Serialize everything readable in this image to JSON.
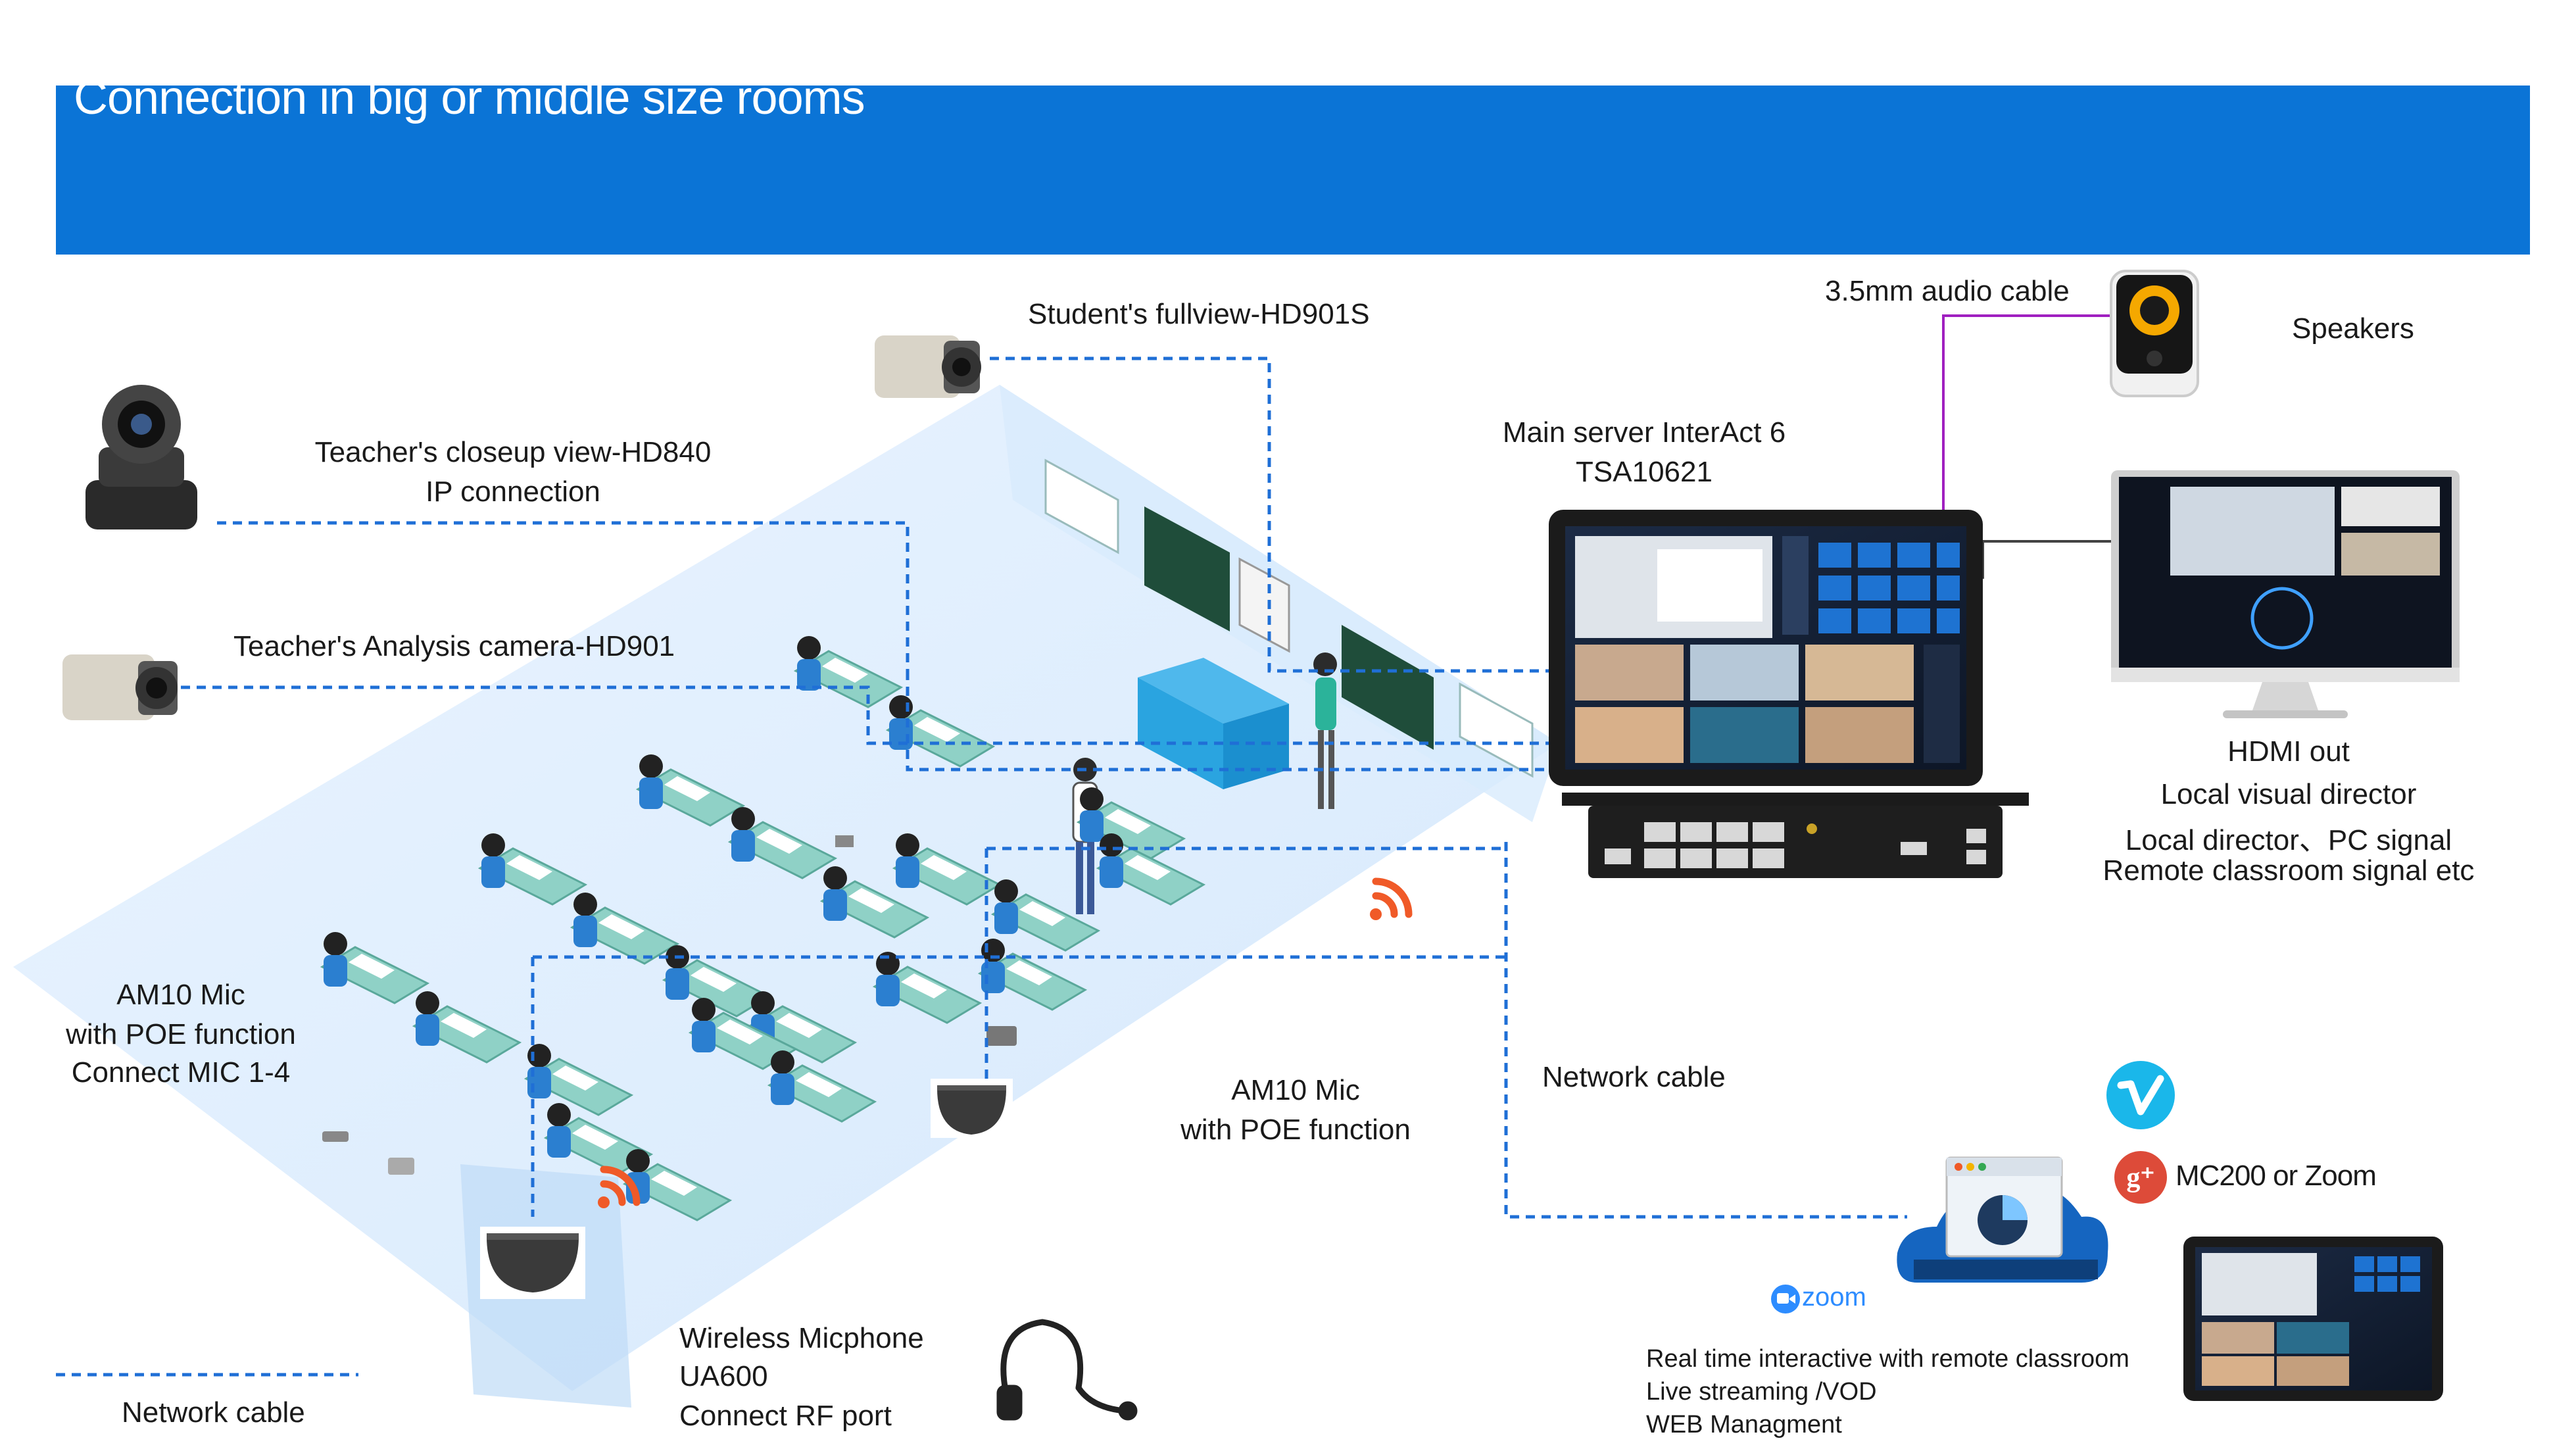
{
  "header": {
    "title": "Connection in big or middle size rooms"
  },
  "labels": {
    "students_cam": "Student's fullview-HD901S",
    "teacher_closeup_1": "Teacher's closeup view-HD840",
    "teacher_closeup_2": "IP connection",
    "teacher_analysis": "Teacher's Analysis camera-HD901",
    "audio_cable": "3.5mm audio cable",
    "speakers": "Speakers",
    "server_1": "Main server InterAct 6",
    "server_2": "TSA10621",
    "hdmi_1": "HDMI out",
    "hdmi_2": "Local visual director",
    "hdmi_3": "Local director、PC signal",
    "hdmi_4": "Remote classroom signal etc",
    "mic_left_1": "AM10 Mic",
    "mic_left_2": "with POE function",
    "mic_left_3": "Connect MIC 1-4",
    "mic_mid_1": "AM10 Mic",
    "mic_mid_2": "with POE function",
    "network_cable": "Network cable",
    "wireless_1": "Wireless Micphone",
    "wireless_2": "UA600",
    "wireless_3": "Connect RF port",
    "legend_network": "Network cable",
    "mc200": "MC200 or Zoom",
    "zoom": "zoom",
    "remote_1": "Real time interactive with  remote classroom",
    "remote_2": "Live streaming /VOD",
    "remote_3": "WEB Managment"
  },
  "colors": {
    "banner": "#0b74d6",
    "network_line": "#1f6fd6",
    "audio_line": "#a020c0",
    "wifi": "#f05a28",
    "vimeo": "#1ab7ea",
    "gplus": "#dd4b39",
    "zoom": "#2d8cff"
  }
}
